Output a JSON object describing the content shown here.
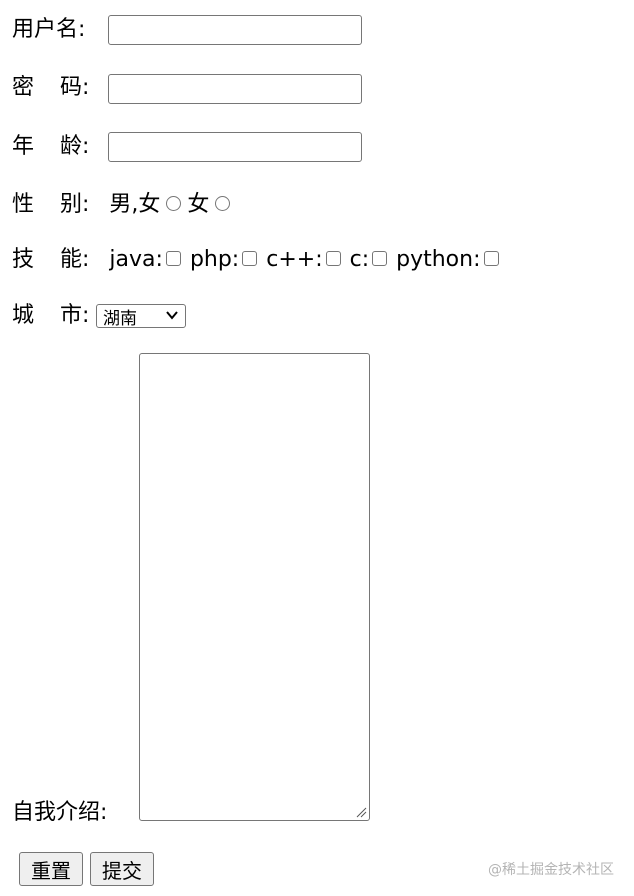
{
  "form": {
    "username": {
      "label": "用户名:",
      "value": ""
    },
    "password": {
      "label_a": "密",
      "label_b": "码:",
      "value": ""
    },
    "age": {
      "label_a": "年",
      "label_b": "龄:",
      "value": ""
    },
    "gender": {
      "label_a": "性",
      "label_b": "别:",
      "options": [
        "男,女",
        "女"
      ]
    },
    "skills": {
      "label_a": "技",
      "label_b": "能:",
      "options": [
        "java:",
        "php:",
        "c++:",
        "c:",
        "python:"
      ]
    },
    "city": {
      "label_a": "城",
      "label_b": "市:",
      "selected": "湖南"
    },
    "intro": {
      "label": "自我介绍:",
      "value": ""
    },
    "buttons": {
      "reset": "重置",
      "submit": "提交"
    }
  },
  "watermark": "@稀土掘金技术社区",
  "icons": {
    "select_chevron": "chevron-down-icon",
    "textarea_grip": "resize-grip-icon"
  },
  "colors": {
    "border": "#767676",
    "button_bg": "#efefef",
    "watermark": "#b4b4b4"
  }
}
